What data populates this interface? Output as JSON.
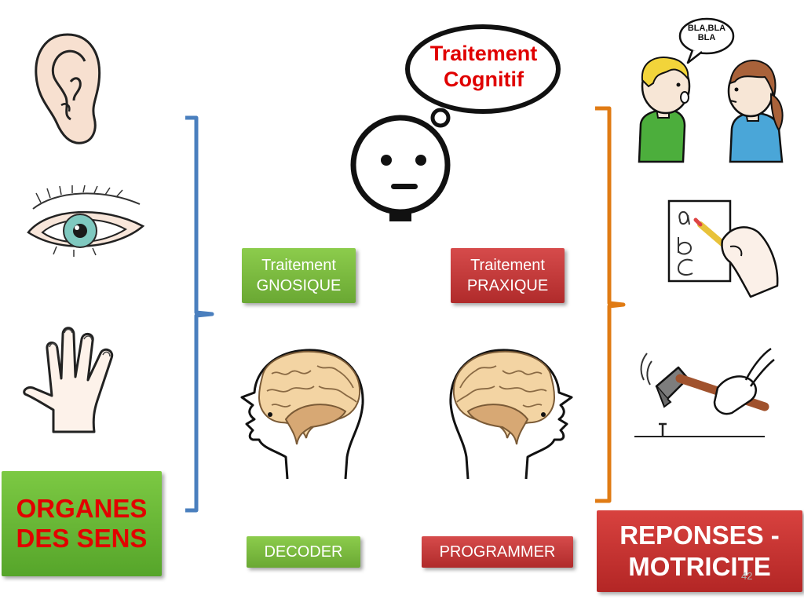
{
  "thought_bubble": {
    "line1": "Traitement",
    "line2": "Cognitif"
  },
  "speech_bubble": {
    "line1": "BLA,BLA",
    "line2": "BLA"
  },
  "boxes": {
    "gnosique": {
      "line1": "Traitement",
      "line2": "GNOSIQUE"
    },
    "praxique": {
      "line1": "Traitement",
      "line2": "PRAXIQUE"
    },
    "decoder": "DECODER",
    "programmer": "PROGRAMMER"
  },
  "organes": {
    "line1": "ORGANES",
    "line2": "DES SENS"
  },
  "reponses": {
    "line1": "REPONSES -",
    "line2": "MOTRICITE"
  },
  "page_number": "42",
  "colors": {
    "left_bracket": "#4a7fbe",
    "right_bracket": "#e07b14",
    "green_box": "#77b83f",
    "red_box": "#c23232",
    "organes_text": "#e20000",
    "thought_text": "#e00000"
  },
  "icons": [
    "ear-icon",
    "eye-icon",
    "hand-icon",
    "thinking-face-icon",
    "brain-head-icon",
    "talking-people-icon",
    "writing-hand-icon",
    "hammer-icon"
  ]
}
